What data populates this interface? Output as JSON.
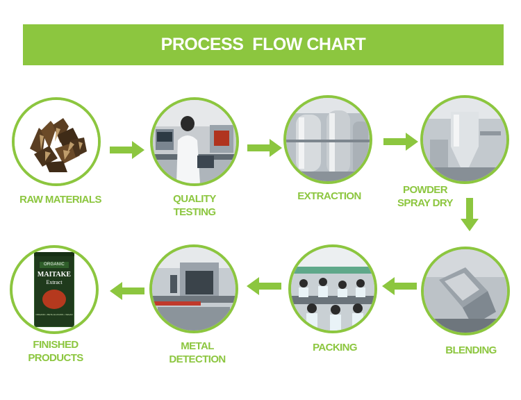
{
  "header": {
    "title": "PROCESS  FLOW CHART"
  },
  "steps": [
    {
      "name": "raw-materials",
      "label_lines": [
        "RAW MATERIALS"
      ]
    },
    {
      "name": "quality-testing",
      "label_lines": [
        "QUALITY",
        "TESTING"
      ]
    },
    {
      "name": "extraction",
      "label_lines": [
        "EXTRACTION"
      ]
    },
    {
      "name": "powder-spray-dry",
      "label_lines": [
        "POWDER",
        "SPRAY DRY"
      ]
    },
    {
      "name": "blending",
      "label_lines": [
        "BLENDING"
      ]
    },
    {
      "name": "packing",
      "label_lines": [
        "PACKING"
      ]
    },
    {
      "name": "metal-detection",
      "label_lines": [
        "METAL",
        "DETECTION"
      ]
    },
    {
      "name": "finished-products",
      "label_lines": [
        "FINISHED",
        "PRODUCTS"
      ]
    }
  ],
  "product_pouch": {
    "badge": "ORGANIC",
    "name": "MAITAKE",
    "subtitle": "Extract",
    "footer": "ORGANIC • BETA-GLUCANS • VEGAN"
  },
  "colors": {
    "accent": "#8cc63f",
    "pouch_dark": "#1f3a1c",
    "pouch_powder": "#b5391e"
  },
  "icons": [
    "arrow-right-icon",
    "arrow-down-icon",
    "arrow-left-icon"
  ]
}
